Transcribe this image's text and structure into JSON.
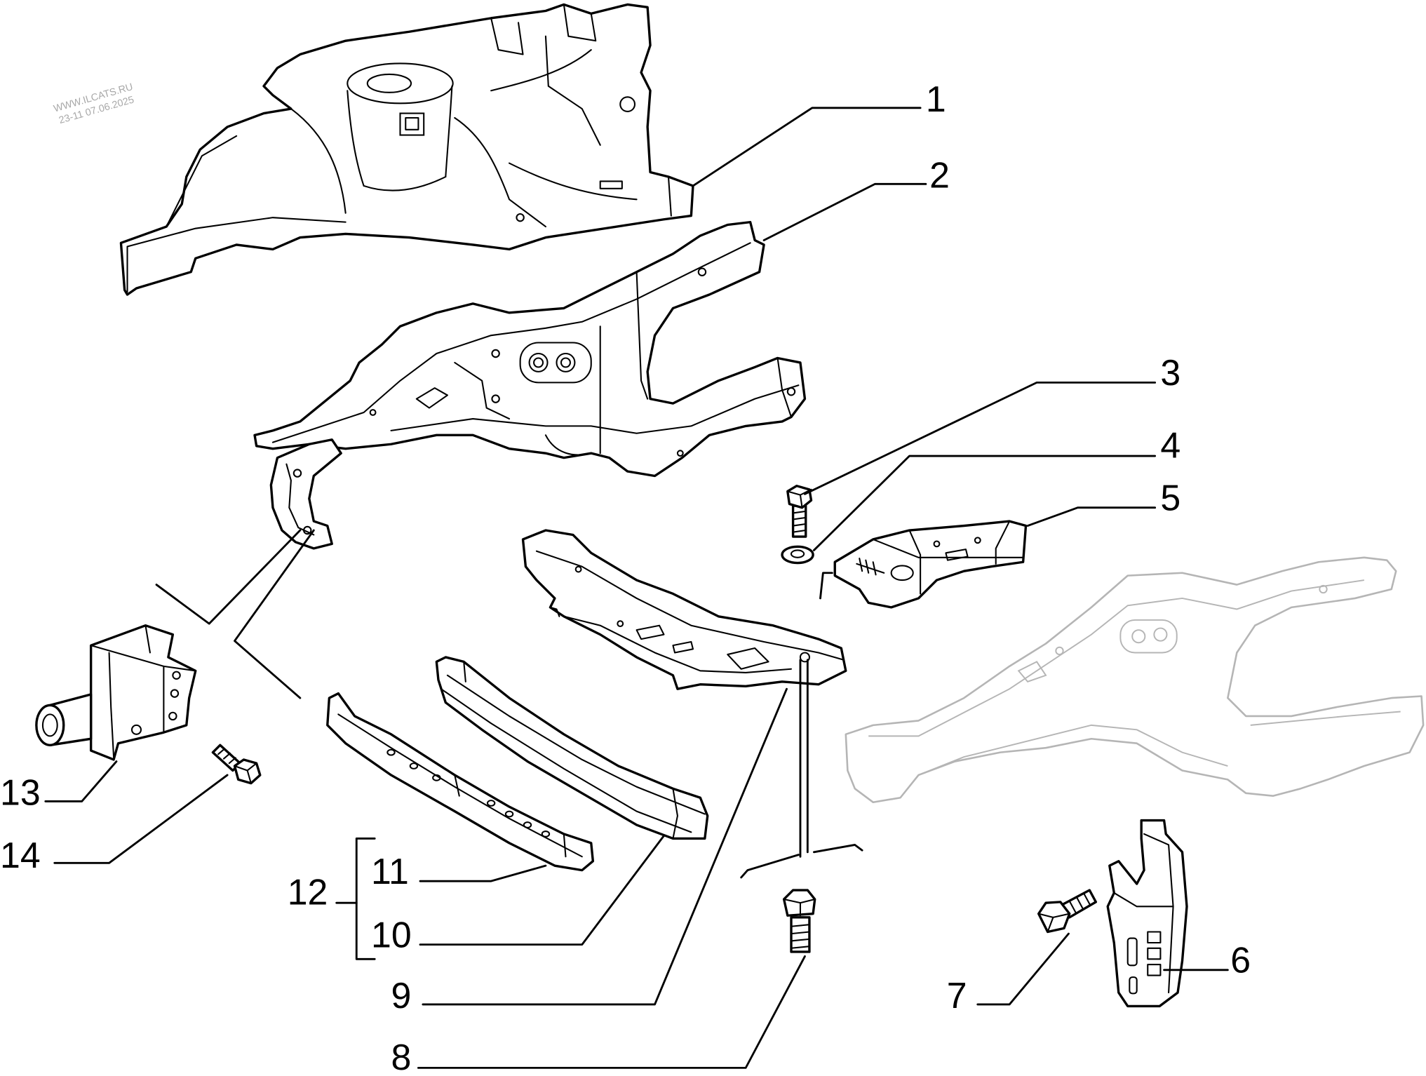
{
  "watermark": {
    "line1": "WWW.ILCATS.RU",
    "line2": "23-11 07.06.2025"
  },
  "callouts": [
    {
      "label": "1"
    },
    {
      "label": "2"
    },
    {
      "label": "3"
    },
    {
      "label": "4"
    },
    {
      "label": "5"
    },
    {
      "label": "6"
    },
    {
      "label": "7"
    },
    {
      "label": "8"
    },
    {
      "label": "9"
    },
    {
      "label": "10"
    },
    {
      "label": "11"
    },
    {
      "label": "12"
    },
    {
      "label": "13"
    },
    {
      "label": "14"
    }
  ],
  "colors": {
    "line": "#000000",
    "ghost_outline": "#b5b5b5",
    "watermark": "#a8a8a8",
    "background": "#ffffff"
  }
}
